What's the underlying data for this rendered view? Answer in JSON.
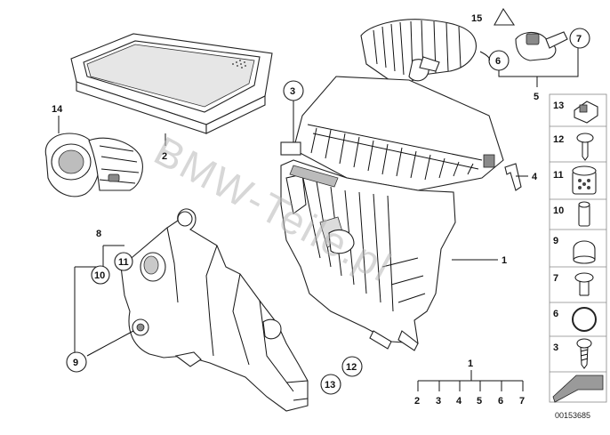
{
  "diagram": {
    "watermark": "BMW-Teile.pl",
    "doc_number": "00153685",
    "callouts": {
      "n1": "1",
      "n2": "2",
      "n3": "3",
      "n4": "4",
      "n5": "5",
      "n6": "6",
      "n7": "7",
      "n8": "8",
      "n9": "9",
      "n10": "10",
      "n11": "11",
      "n12": "12",
      "n13": "13",
      "n14": "14",
      "n15": "15"
    },
    "kit_row": [
      "2",
      "3",
      "4",
      "5",
      "6",
      "7"
    ],
    "kit_top": "1",
    "sidebar": [
      "13",
      "12",
      "11",
      "10",
      "9",
      "7",
      "6",
      "3"
    ]
  }
}
